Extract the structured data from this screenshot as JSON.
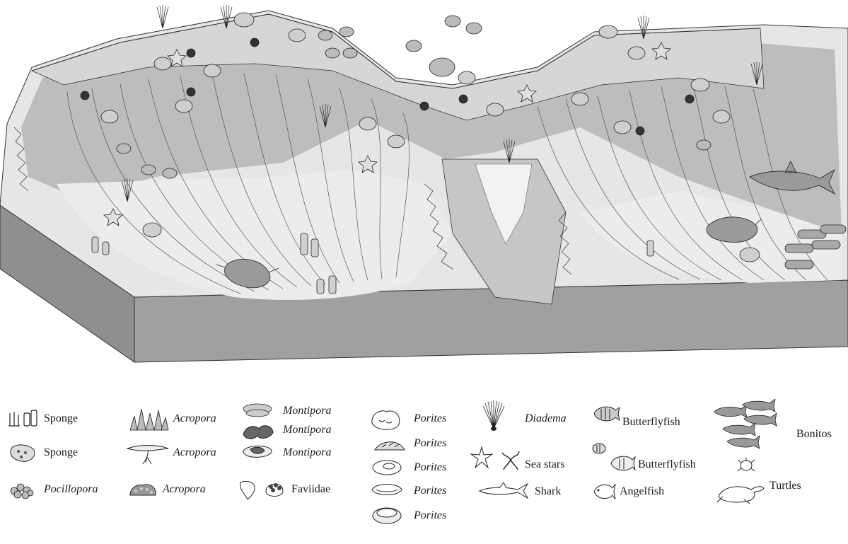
{
  "legend": {
    "sponge_1": "Sponge",
    "sponge_2": "Sponge",
    "pocillopora": "Pocillopora",
    "acropora_1": "Acropora",
    "acropora_2": "Acropora",
    "acropora_3": "Acropora",
    "montipora_1": "Montipora",
    "montipora_2": "Montipora",
    "montipora_3": "Montipora",
    "faviidae": "Faviidae",
    "porites_1": "Porites",
    "porites_2": "Porites",
    "porites_3": "Porites",
    "porites_4": "Porites",
    "porites_5": "Porites",
    "diadema": "Diadema",
    "sea_stars": "Sea stars",
    "shark": "Shark",
    "butterflyfish_1": "Butterflyfish",
    "butterflyfish_2": "Butterflyfish",
    "angelfish": "Angelfish",
    "bonitos": "Bonitos",
    "turtles": "Turtles"
  },
  "colors": {
    "reef_flat": "#d9d9d9",
    "mid_zone": "#bdbdbd",
    "deep_zone": "#e8e8e8",
    "slope": "#a8a8a8",
    "block_side": "#8f8f8f",
    "block_front": "#a0a0a0",
    "outline": "#333333"
  }
}
